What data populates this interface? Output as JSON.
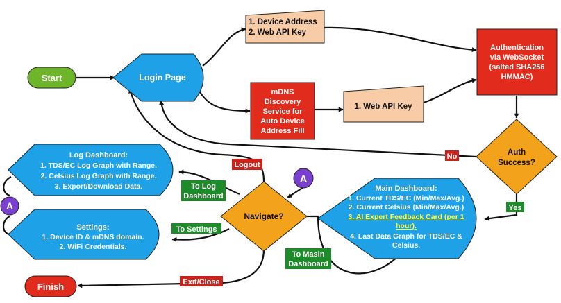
{
  "colors": {
    "start": "#6fb52c",
    "process_blue": "#1ea1e6",
    "decision": "#f3a21b",
    "input": "#f7cca6",
    "red": "#e12b1c",
    "label_green": "#1e8b2a",
    "label_red": "#c9231c",
    "connector": "#7a3fd1",
    "highlight": "#ffff33"
  },
  "nodes": {
    "start": "Start",
    "login": "Login Page",
    "device_input": [
      "1. Device Address",
      "2. Web API Key"
    ],
    "mdns": [
      "mDNS",
      "Discovery",
      "Service for",
      "Auto Device",
      "Address Fill"
    ],
    "api_input": "1. Web API Key",
    "auth": [
      "Authentication",
      "via WebSocket",
      "(salted SHA256",
      "HMMAC)"
    ],
    "auth_success": [
      "Auth",
      "Success?"
    ],
    "main_dashboard": {
      "title": "Main Dashboard:",
      "line1": "1. Current TDS/EC (Min/Max/Avg.)",
      "line2": "2. Current Celsius (Min/Max/Avg.)",
      "line3a": "3. AI Expert Feedback Card (per 1",
      "line3b": "hour).",
      "line4a": "4. Last Data Graph for TDS/EC &",
      "line4b": "Celsius."
    },
    "navigate": "Navigate?",
    "log_dashboard": {
      "title": "Log Dashboard:",
      "line1": "1. TDS/EC Log Graph with Range.",
      "line2": "2. Celsius Log Graph with Range.",
      "line3": "3. Export/Download Data."
    },
    "settings": {
      "title": "Settings:",
      "line1": "1. Device ID & mDNS domain.",
      "line2": "2. WiFi Credentials."
    },
    "finish": "Finish",
    "connector_a": "A"
  },
  "edge_labels": {
    "no": "No",
    "yes": "Yes",
    "logout": "Logout",
    "to_log_dashboard": [
      "To Log",
      "Dashboard"
    ],
    "to_settings": "To Settings",
    "to_main_dashboard": [
      "To Masin",
      "Dashboard"
    ],
    "exit_close": "Exit/Close"
  }
}
